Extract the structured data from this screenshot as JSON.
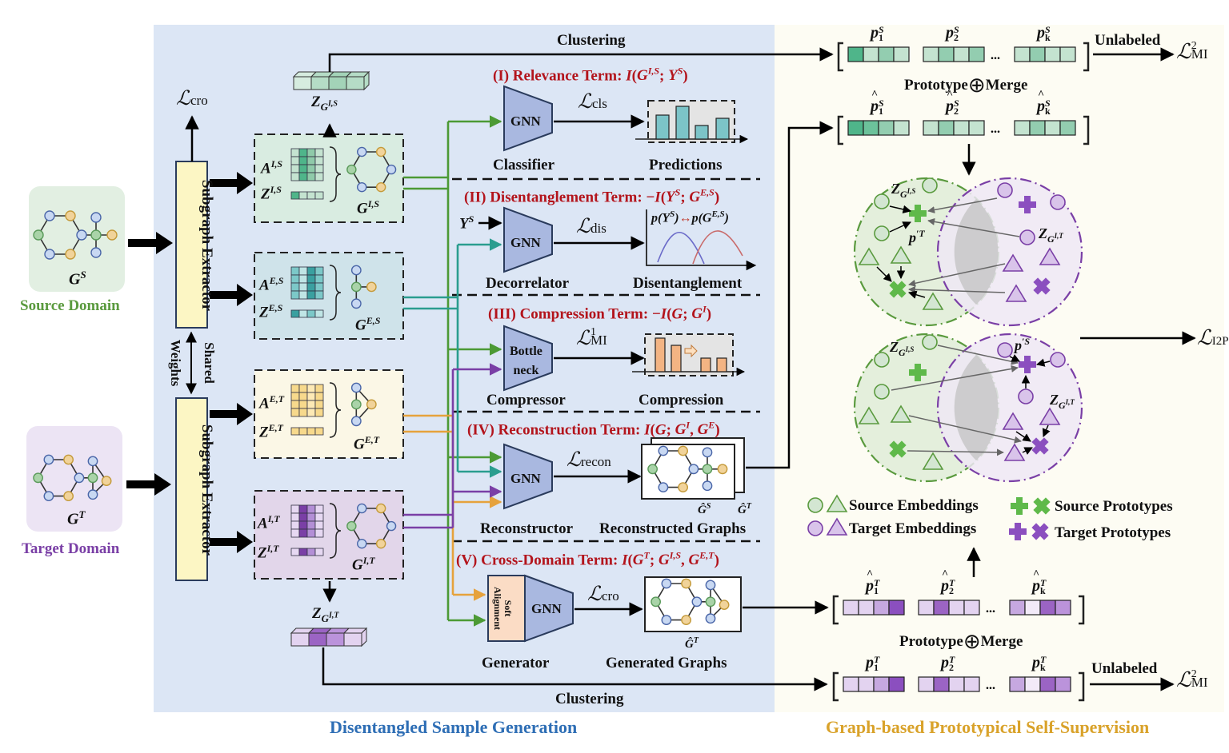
{
  "sections": {
    "left_title": "Disentangled Sample Generation",
    "right_title": "Graph-based Prototypical Self-Supervision"
  },
  "colors": {
    "left_bg": "#dce6f5",
    "right_bg": "#fdfcf3",
    "source_green": "#5a9a3e",
    "target_purple": "#7a3fa6",
    "teal": "#2a9d8f",
    "orange": "#e6a23c",
    "red_text": "#b3141c",
    "blue_title": "#2e6eb5",
    "gold_title": "#d9a22a",
    "gnn_fill": "#a9b8e0"
  },
  "domains": {
    "source": {
      "graph_label": "G^S",
      "name": "Source Domain"
    },
    "target": {
      "graph_label": "G^T",
      "name": "Target Domain"
    }
  },
  "extractor": {
    "label": "Subgraph Extractor",
    "shared": "Shared",
    "weights": "Weights",
    "loss_label": "L_cro"
  },
  "subgraphs": [
    {
      "a": "A^{I,S}",
      "z": "Z^{I,S}",
      "g": "G^{I,S}"
    },
    {
      "a": "A^{E,S}",
      "z": "Z^{E,S}",
      "g": "G^{E,S}"
    },
    {
      "a": "A^{E,T}",
      "z": "Z^{E,T}",
      "g": "G^{E,T}"
    },
    {
      "a": "A^{I,T}",
      "z": "Z^{I,T}",
      "g": "G^{I,T}"
    }
  ],
  "embeddings": {
    "source": "Z_{G^{I,S}}",
    "target": "Z_{G^{I,T}}"
  },
  "clustering_label": "Clustering",
  "terms": [
    {
      "title": "(I) Relevance Term: I(G^{I,S}; Y^S)",
      "module": "GNN",
      "module_name": "Classifier",
      "loss": "L_cls",
      "output": "Predictions"
    },
    {
      "title": "(II) Disentanglement Term: −I(Y^S; G^{E,S})",
      "module": "GNN",
      "module_name": "Decorrelator",
      "loss": "L_dis",
      "output": "Disentanglement",
      "input_label": "Y^S",
      "plot_label": "p(Y^S) ↔ p(G^{E,S})"
    },
    {
      "title": "(III) Compression Term: −I(G; G^I)",
      "module": "Bottle neck",
      "module_name": "Compressor",
      "loss": "L^1_MI",
      "output": "Compression"
    },
    {
      "title": "(IV) Reconstruction Term: I(G; G^I, G^E)",
      "module": "GNN",
      "module_name": "Reconstructor",
      "loss": "L_recon",
      "output": "Reconstructed Graphs",
      "sub_labels": [
        "Ĝ^S",
        "Ĝ^T"
      ]
    },
    {
      "title": "(V) Cross-Domain Term: I(G^T; G^{I,S}, G^{E,T})",
      "module": "GNN",
      "module_name": "Generator",
      "pre_module": "Soft Alignment",
      "loss": "L_cro",
      "output": "Generated Graphs",
      "sub_labels": [
        "Ĝ^T"
      ]
    }
  ],
  "prototypes": {
    "source_rows": [
      {
        "labels": [
          "p^S_1",
          "p^S_2",
          "p^S_k"
        ]
      },
      {
        "labels": [
          "p̂^S_1",
          "p̂^S_2",
          "p̂^S_k"
        ]
      }
    ],
    "target_rows": [
      {
        "labels": [
          "p̂^T_1",
          "p̂^T_2",
          "p̂^T_k"
        ]
      },
      {
        "labels": [
          "p^T_1",
          "p^T_2",
          "p^T_k"
        ]
      }
    ],
    "ellipsis": "...",
    "merge_label_left": "Prototype",
    "merge_label_right": "Merge",
    "unlabeled": "Unlabeled",
    "loss_mi2": "L^2_MI",
    "loss_i2p": "L_I2P"
  },
  "clusters": {
    "top": {
      "z_src": "Z_{G^{I,S}}",
      "z_tgt": "Z_{G^{I,T}}",
      "proto": "p'^T"
    },
    "bottom": {
      "z_src": "Z_{G^{I,S}}",
      "z_tgt": "Z_{G^{I,T}}",
      "proto": "p'^S"
    }
  },
  "legend": [
    {
      "label": "Source Embeddings"
    },
    {
      "label": "Target Embeddings"
    },
    {
      "label": "Source Prototypes"
    },
    {
      "label": "Target Prototypes"
    }
  ]
}
